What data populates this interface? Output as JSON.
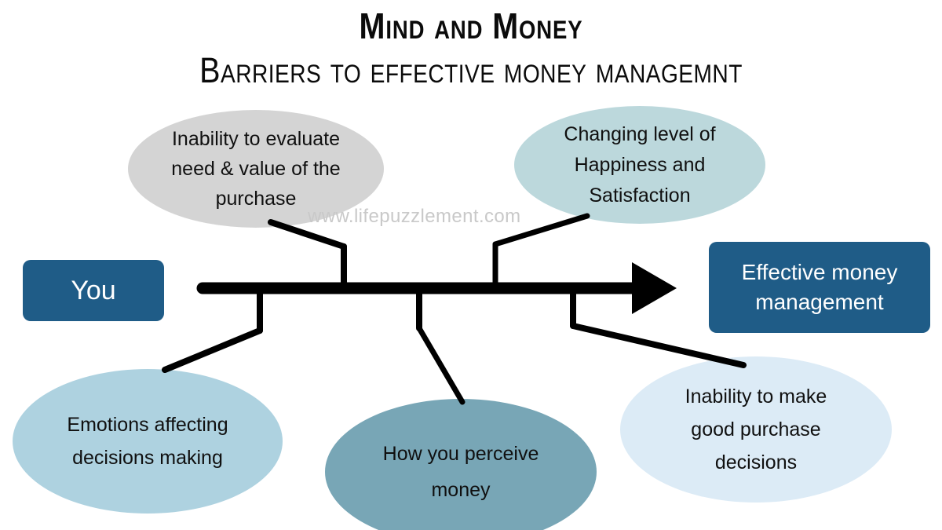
{
  "title": {
    "main": "Mind and Money",
    "subtitle": "Barriers to effective money managemnt"
  },
  "watermark": "www.lifepuzzlement.com",
  "colors": {
    "box_blue": "#1f5c87",
    "spine_black": "#000000",
    "bubble_gray": "#d4d4d4",
    "bubble_teal": "#bcd8dc",
    "bubble_light_blue": "#aed2e0",
    "bubble_steel_blue": "#78a6b6",
    "bubble_pale_blue": "#dcebf6",
    "watermark_gray": "#c9c9c9",
    "text_white": "#ffffff",
    "text_black": "#101010"
  },
  "diagram": {
    "type": "fishbone",
    "start_node": {
      "label": "You"
    },
    "end_node": {
      "label": "Effective money\nmanagement"
    },
    "causes": [
      {
        "id": "evaluate",
        "label": "Inability to evaluate\nneed & value of the\npurchase",
        "position": "top-left",
        "color": "#d4d4d4"
      },
      {
        "id": "happiness",
        "label": "Changing level of\nHappiness and\nSatisfaction",
        "position": "top-right",
        "color": "#bcd8dc"
      },
      {
        "id": "emotions",
        "label": "Emotions affecting\ndecisions making",
        "position": "bottom-left",
        "color": "#aed2e0"
      },
      {
        "id": "perceive",
        "label": "How you perceive\nmoney",
        "position": "bottom-center",
        "color": "#78a6b6"
      },
      {
        "id": "decisions",
        "label": "Inability to make\ngood purchase\ndecisions",
        "position": "bottom-right",
        "color": "#dcebf6"
      }
    ]
  }
}
